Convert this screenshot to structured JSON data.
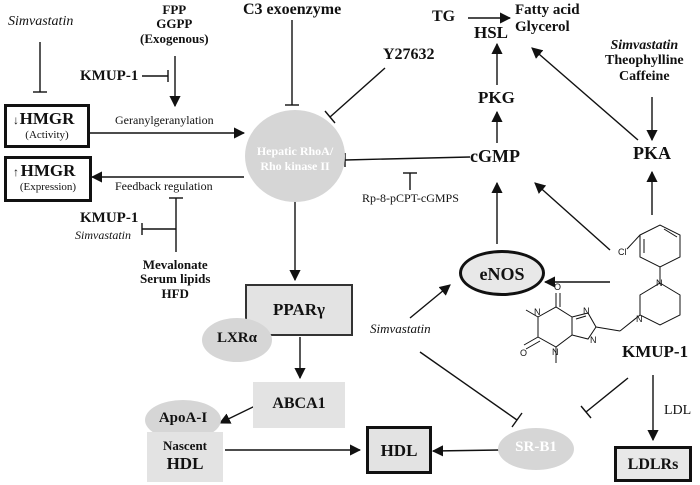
{
  "nodes": {
    "simvastatin_topleft": "Simvastatin",
    "fpp": "FPP",
    "ggpp": "GGPP",
    "exogenous": "(Exogenous)",
    "c3": "C3 exoenzyme",
    "y27632": "Y27632",
    "tg": "TG",
    "fatty_acid": "Fatty acid",
    "glycerol": "Glycerol",
    "hsl": "HSL",
    "kmup1_top": "KMUP-1",
    "hmgr_activity_title": "HMGR",
    "hmgr_activity_sub": "(Activity)",
    "geranyl": "Geranylgeranylation",
    "rho_line1": "Hepatic RhoA/",
    "rho_line2": "Rho kinase II",
    "pkg": "PKG",
    "simvastatin_right": "Simvastatin",
    "theophylline": "Theophylline",
    "caffeine": "Caffeine",
    "hmgr_expression_title": "HMGR",
    "hmgr_expression_sub": "(Expression)",
    "feedback": "Feedback regulation",
    "cgmp": "cGMP",
    "pka": "PKA",
    "rp8": "Rp-8-pCPT-cGMPS",
    "kmup1_mid": "KMUP-1",
    "simvastatin_mid": "Simvastatin",
    "mevalonate": "Mevalonate",
    "serum_lipids": "Serum lipids",
    "hfd": "HFD",
    "enos": "eNOS",
    "ppar": "PPARγ",
    "lxr": "LXRα",
    "simvastatin_center": "Simvastatin",
    "kmup1_drug": "KMUP-1",
    "abca1": "ABCA1",
    "apoa1": "ApoA-I",
    "nascent": "Nascent",
    "hdl_nascent": "HDL",
    "hdl": "HDL",
    "srb1": "SR-B1",
    "ldl": "LDL",
    "ldlrs": "LDLRs"
  },
  "molecule": {
    "cl": "Cl",
    "n_labels": [
      "N",
      "N",
      "N",
      "N",
      "N",
      "N"
    ],
    "o_labels": [
      "O",
      "O"
    ]
  },
  "colors": {
    "line": "#111111",
    "gray_fill": "#d6d6d6",
    "light_box": "#e3e3e3",
    "white_text": "#ffffff"
  }
}
